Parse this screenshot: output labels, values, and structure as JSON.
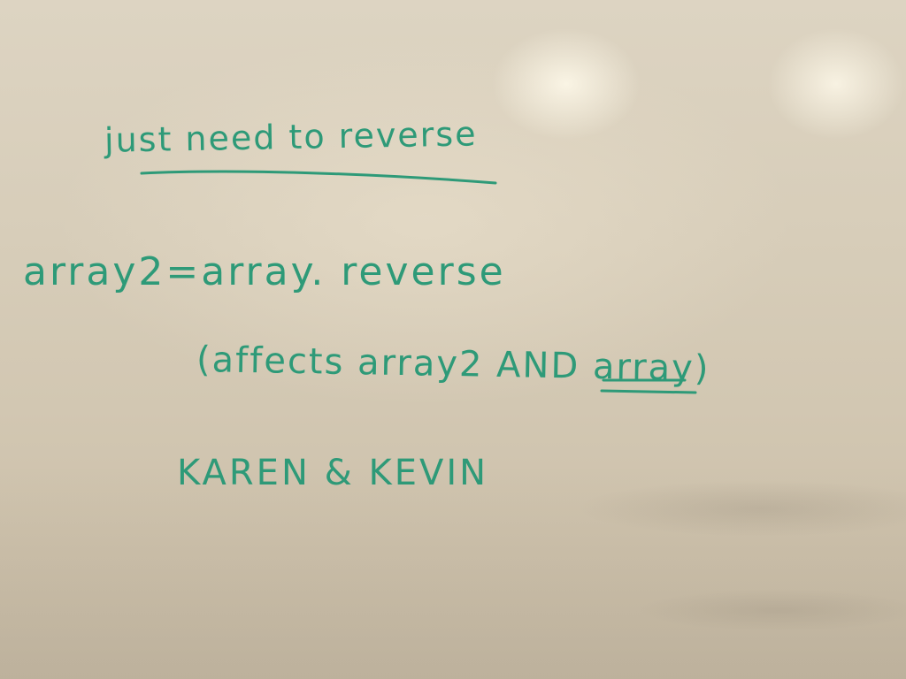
{
  "whiteboard": {
    "line1": "just need to reverse",
    "line2": "array2=array. reverse",
    "line3": "(affects array2 AND array)",
    "line4": "KAREN & KEVIN"
  },
  "ink_color": "#2e9a78"
}
